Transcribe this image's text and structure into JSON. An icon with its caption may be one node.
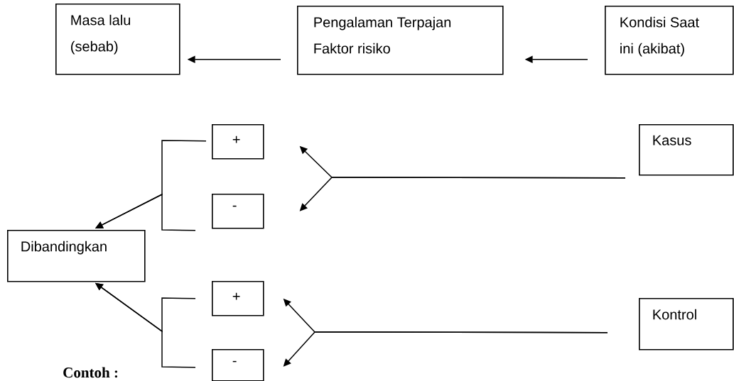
{
  "diagram": {
    "nodes": [
      {
        "text": [
          "Masa lalu (sebab)"
        ]
      },
      {
        "text": [
          "Pengalaman Terpajan Faktor risiko"
        ]
      },
      {
        "text": [
          "Kondisi Saat ini (akibat)"
        ]
      },
      {
        "text": [
          "+"
        ]
      },
      {
        "text": [
          "-"
        ]
      },
      {
        "text": [
          "Kasus"
        ]
      },
      {
        "text": [
          "Dibandingkan"
        ]
      },
      {
        "text": [
          "+"
        ]
      },
      {
        "text": [
          "-"
        ]
      },
      {
        "text": [
          "Kontrol"
        ]
      }
    ],
    "edges": [
      {
        "from": 2,
        "to": 1,
        "arrow": "to"
      },
      {
        "from": 1,
        "to": 0,
        "arrow": "to"
      },
      {
        "from": 5,
        "to": 3,
        "arrow": "to"
      },
      {
        "from": 5,
        "to": 4,
        "arrow": "to"
      },
      {
        "from": 9,
        "to": 7,
        "arrow": "to"
      },
      {
        "from": 9,
        "to": 8,
        "arrow": "to"
      },
      {
        "from": 3,
        "to": 6,
        "arrow": "to"
      },
      {
        "from": 4,
        "to": 6,
        "arrow": "to"
      },
      {
        "from": 7,
        "to": 6,
        "arrow": "to"
      },
      {
        "from": 8,
        "to": 6,
        "arrow": "to"
      }
    ],
    "labels": [
      "Contoh :"
    ]
  }
}
